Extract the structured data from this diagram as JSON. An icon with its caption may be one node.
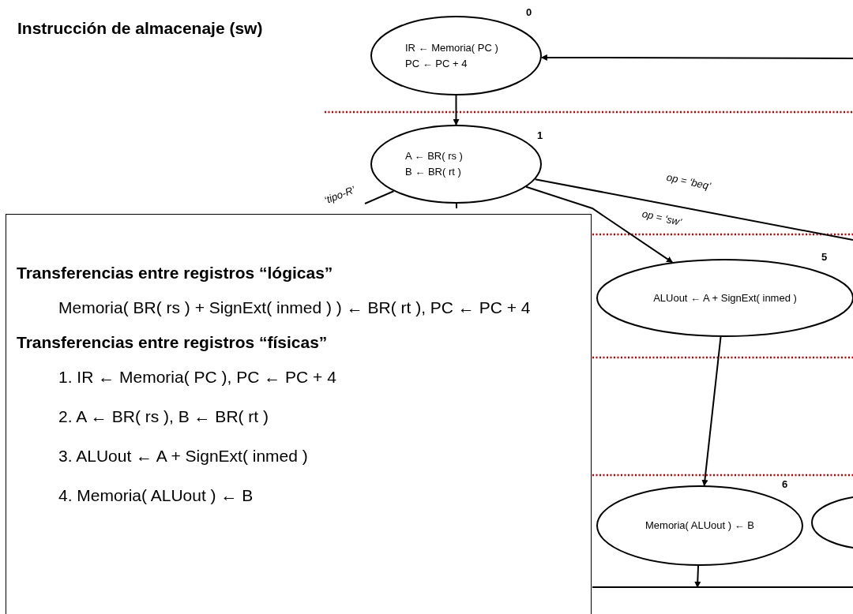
{
  "diagram": {
    "title": "Instrucción de almacenaje (sw)",
    "nodes": [
      {
        "text": [
          "IR ← Memoria( PC )",
          "PC ← PC + 4"
        ],
        "beside": [
          "0"
        ]
      },
      {
        "text": [
          "A ← BR( rs )",
          "B ← BR( rt )"
        ],
        "beside": [
          "1"
        ]
      },
      {
        "text": [
          "ALUout ← A + SignExt( inmed )"
        ],
        "beside": [
          "5"
        ]
      },
      {
        "text": [
          "Memoria( ALUout ) ← B"
        ],
        "beside": [
          "6"
        ]
      },
      {
        "text": [],
        "shape": "ellipse"
      },
      {
        "text": [
          "Transferencias entre registros “lógicas”",
          "Memoria( BR( rs ) + SignExt( inmed ) ) ← BR( rt ), PC ← PC + 4",
          "Transferencias entre registros “físicas”",
          "1. IR ← Memoria( PC ), PC ← PC + 4",
          "2. A ← BR( rs ), B ← BR( rt )",
          "3. ALUout ← A + SignExt( inmed )",
          "4. Memoria( ALUout ) ← B"
        ]
      }
    ],
    "edges": [
      {
        "from": null,
        "to": 0,
        "arrow": "to"
      },
      {
        "from": 0,
        "to": 1,
        "arrow": "to"
      },
      {
        "from": 1,
        "to": null,
        "arrow": "none",
        "label": "‘tipo-R’"
      },
      {
        "from": 1,
        "to": null,
        "arrow": "none"
      },
      {
        "from": 1,
        "to": 2,
        "arrow": "to",
        "label": "op = ‘sw’"
      },
      {
        "from": 1,
        "to": null,
        "arrow": "none",
        "label": "op = ‘beq’"
      },
      {
        "from": 2,
        "to": 3,
        "arrow": "to"
      },
      {
        "from": 3,
        "to": null,
        "arrow": "to"
      }
    ]
  }
}
